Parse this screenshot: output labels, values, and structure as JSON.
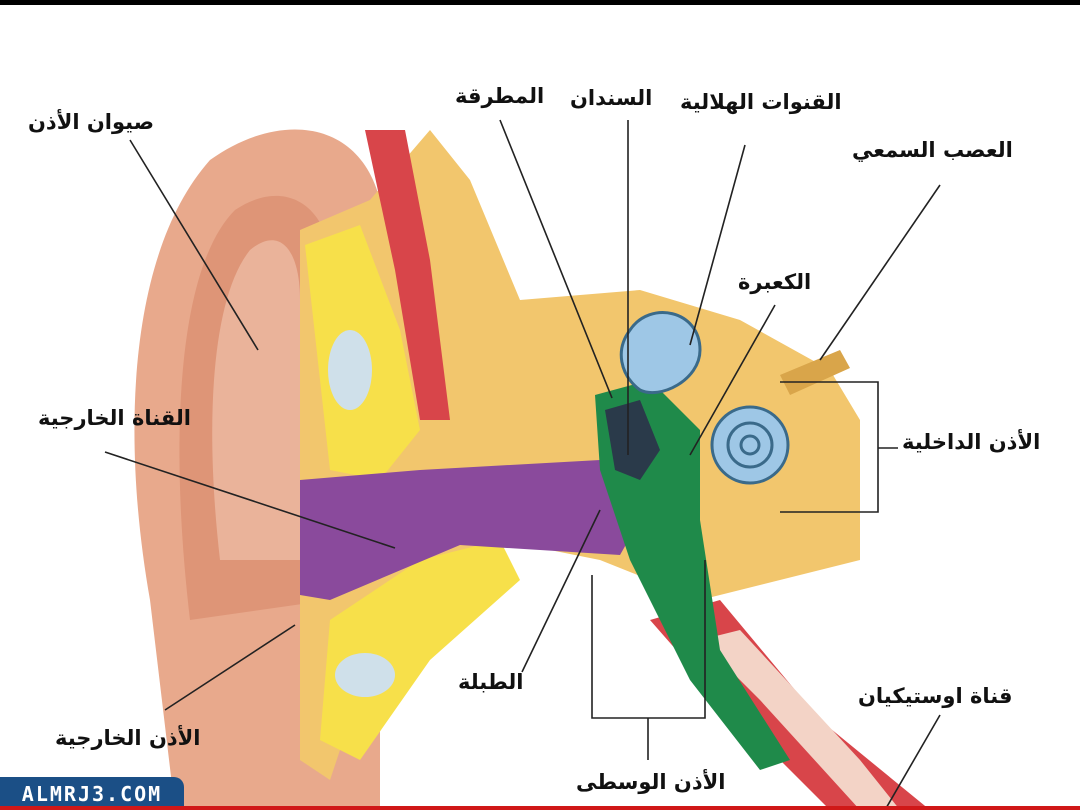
{
  "labels": {
    "pinna": "صيوان الأذن",
    "ear_canal": "القناة الخارجية",
    "outer_ear": "الأذن الخارجية",
    "hammer": "المطرقة",
    "anvil": "السندان",
    "canals": "القنوات الهلالية",
    "nerve": "العصب السمعي",
    "cochlea": "الكعبرة",
    "inner_ear": "الأذن الداخلية",
    "eardrum": "الطبلة",
    "eustachian": "قناة اوستيكيان",
    "middle_ear": "الأذن الوسطى"
  },
  "watermark": "ALMRJ3.COM",
  "colors": {
    "skin": "#e8a98c",
    "bone": "#f2c66d",
    "canal": "#8a4a9c",
    "middle": "#1f8a4a",
    "cochlea": "#9ec7e6",
    "muscle": "#d8454a",
    "brand": "#1b4f86"
  }
}
